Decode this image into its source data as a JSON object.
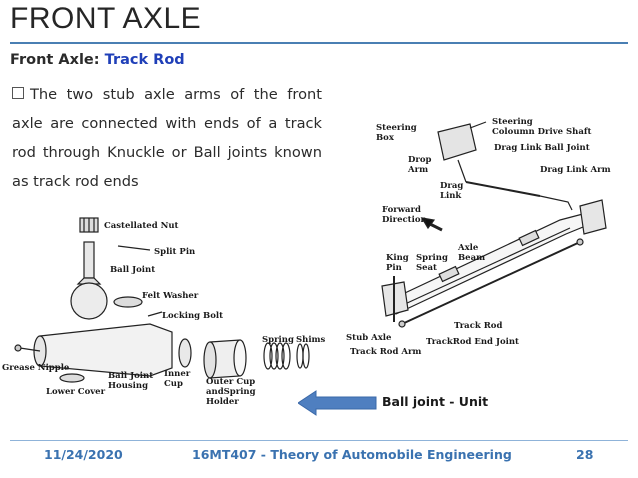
{
  "slide": {
    "title": "FRONT AXLE",
    "subtitle_prefix": "Front Axle:",
    "subtitle_highlight": "Track Rod",
    "bullet": "The two stub axle arms of the front axle are connected with ends of a track rod through Knuckle or Ball joints known as track rod ends"
  },
  "left_figure": {
    "labels": {
      "castellated_nut": "Castellated Nut",
      "split_pin": "Split Pin",
      "ball_joint": "Ball Joint",
      "felt_washer": "Felt Washer",
      "locking_bolt": "Locking Bolt",
      "spring": "Spring",
      "shims": "Shims",
      "grease_nipple": "Grease Nipple",
      "ball_joint_housing_1": "Ball Joint",
      "ball_joint_housing_2": "Housing",
      "inner_cup_1": "Inner",
      "inner_cup_2": "Cup",
      "outer_cup_1": "Outer Cup",
      "outer_cup_2": "andSpring",
      "outer_cup_3": "Holder",
      "lower_cover": "Lower Cover"
    }
  },
  "right_figure": {
    "labels": {
      "steering_box_1": "Steering",
      "steering_box_2": "Box",
      "steering_shaft_1": "Steering",
      "steering_shaft_2": "Coloumn Drive Shaft",
      "drag_link_ball_joint": "Drag Link Ball Joint",
      "drop_arm_1": "Drop",
      "drop_arm_2": "Arm",
      "drag_link_arm": "Drag Link Arm",
      "drag_link_1": "Drag",
      "drag_link_2": "Link",
      "forward_1": "Forward",
      "forward_2": "Direction",
      "axle_beam_1": "Axle",
      "axle_beam_2": "Beam",
      "king_pin_1": "King",
      "king_pin_2": "Pin",
      "spring_seat_1": "Spring",
      "spring_seat_2": "Seat",
      "track_rod": "Track Rod",
      "stub_axle": "Stub Axle",
      "trackrod_end_joint": "TrackRod End Joint",
      "track_rod_arm": "Track Rod Arm"
    }
  },
  "callout": {
    "label": "Ball joint - Unit"
  },
  "footer": {
    "date": "11/24/2020",
    "course": "16MT407 - Theory of Automobile Engineering",
    "page": "28"
  },
  "colors": {
    "accent": "#1f3fb8",
    "rule": "#4a7fb3",
    "footer": "#3a72b0",
    "arrow": "#4f7fc0"
  }
}
